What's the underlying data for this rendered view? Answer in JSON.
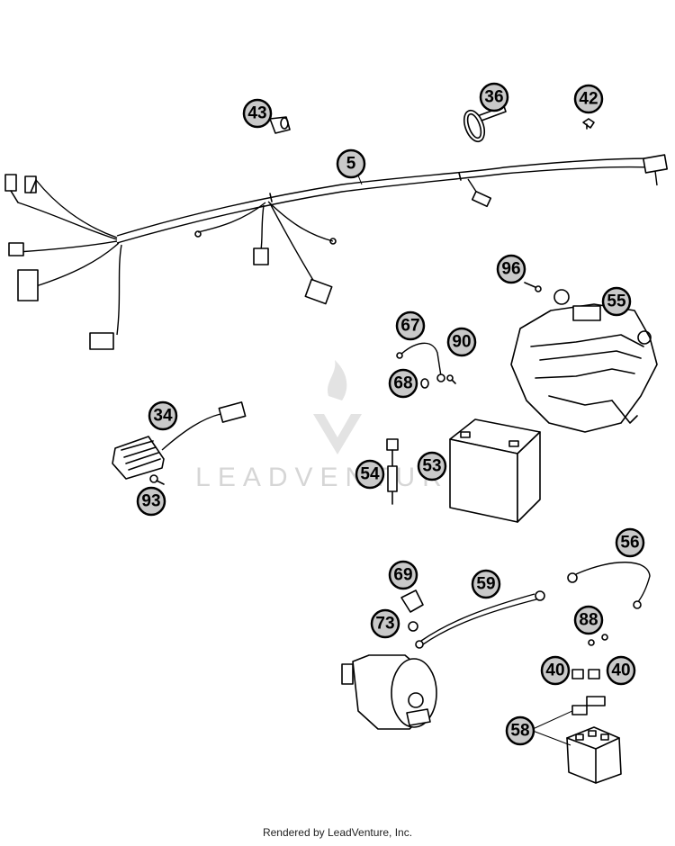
{
  "callouts": {
    "c5": "5",
    "c36": "36",
    "c42": "42",
    "c43": "43",
    "c34": "34",
    "c93": "93",
    "c96": "96",
    "c55": "55",
    "c67": "67",
    "c90": "90",
    "c68": "68",
    "c53": "53",
    "c54": "54",
    "c56": "56",
    "c59": "59",
    "c69": "69",
    "c73": "73",
    "c88": "88",
    "c40a": "40",
    "c40b": "40",
    "c58": "58"
  },
  "watermark": {
    "text": "LEADVENTURE"
  },
  "footer": {
    "credit": "Rendered by LeadVenture, Inc."
  },
  "colors": {
    "callout_fill": "#c9c9c9",
    "line": "#000000",
    "watermark": "#d6d6d6"
  }
}
